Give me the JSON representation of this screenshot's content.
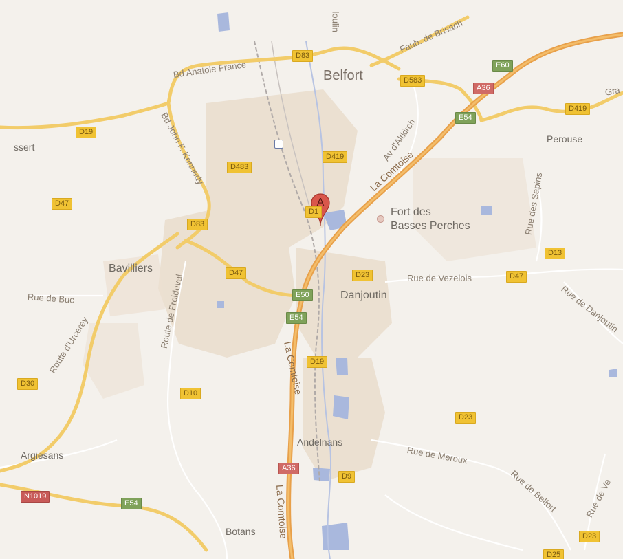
{
  "map": {
    "colors": {
      "background": "#f4f1ec",
      "urban": "#e9ddcd",
      "water": "#a9b8dd",
      "motorway": "#e8a04a",
      "main_road": "#f2cc6a",
      "minor_road": "#ffffff",
      "rail": "#b0aaa8"
    },
    "places": {
      "belfort": "Belfort",
      "bavilliers": "Bavilliers",
      "danjoutin": "Danjoutin",
      "andelnans": "Andelnans",
      "argiesans": "Argiesans",
      "botans": "Botans",
      "perouse": "Perouse",
      "essert": "ssert",
      "fort_line1": "Fort des",
      "fort_line2": "Basses Perches"
    },
    "streets": {
      "anatole": "Bd Anatole France",
      "kennedy": "Bd John F. Kennedy",
      "brisach": "Faub. de Brisach",
      "altkirch": "Av d'Altkirch",
      "comtoise_n": "La Comtoise",
      "comtoise_s": "La Comtoise",
      "comtoise_s2": "La Comtoise",
      "vezelois": "Rue de Vezelois",
      "buc": "Rue de Buc",
      "urcerey": "Route d'Urcerey",
      "froideval": "Route de Froideval",
      "meroux": "Rue de Meroux",
      "belfort_rue": "Rue de Belfort",
      "sapins": "Rue des Sapins",
      "danjoutin_rue": "Rue de Danjoutin",
      "top_north": "loulin",
      "gra": "Gra",
      "ve": "Rue de Ve"
    },
    "shields": {
      "d83_top": "D83",
      "d583": "D583",
      "e60_top": "E60",
      "a36_top": "A36",
      "e54_top": "E54",
      "d419_right": "D419",
      "d19_left": "D19",
      "d419_center": "D419",
      "d483": "D483",
      "d47_left": "D47",
      "d83_left": "D83",
      "d1": "D1",
      "d13": "D13",
      "d47_mid": "D47",
      "d23_mid": "D23",
      "d47_right": "D47",
      "e50": "E50",
      "e54_mid": "E54",
      "d19_bottom": "D19",
      "d30": "D30",
      "d10": "D10",
      "d23_right": "D23",
      "a36_bottom": "A36",
      "d9": "D9",
      "n1019": "N1019",
      "e54_bottom": "E54",
      "d23_br": "D23",
      "d25": "D25"
    },
    "marker": {
      "letter": "A",
      "icon": "map-pin-icon"
    },
    "poi_icon": "fort-poi-icon",
    "rail_icon": "train-station-icon"
  }
}
